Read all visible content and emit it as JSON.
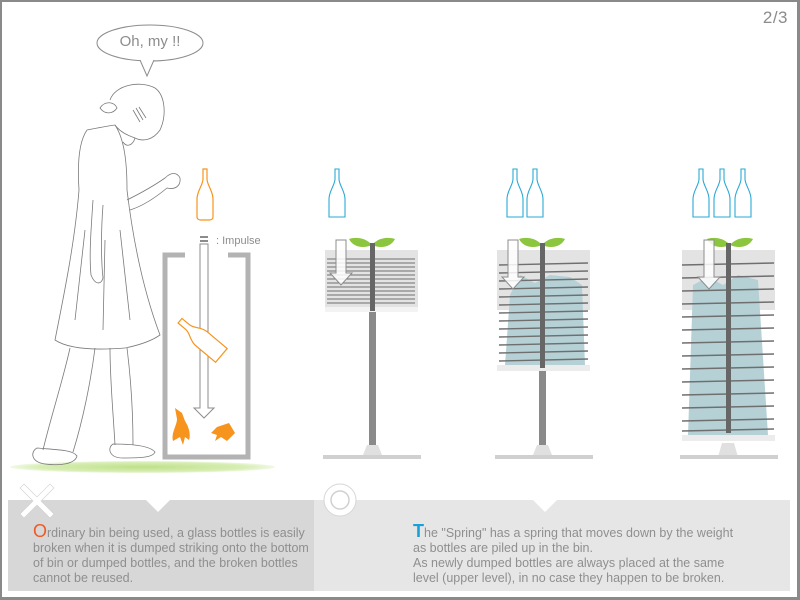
{
  "page": {
    "indicator": "2/3",
    "border_color": "#8a8a8a"
  },
  "speech_bubble": {
    "text": "Oh, my !!"
  },
  "left_diagram": {
    "impulse_label": ": Impulse",
    "bottle_color": "#f7941d",
    "bin_color": "#b3b3b3"
  },
  "spring_stages": [
    {
      "stage": 1,
      "bottles_dropping": 1
    },
    {
      "stage": 2,
      "bottles_dropping": 2
    },
    {
      "stage": 3,
      "bottles_dropping": 3
    }
  ],
  "colors": {
    "orange_accent": "#f05a22",
    "blue_accent": "#1aa0d8",
    "bottle_outline_blue": "#29a9d6",
    "leaf_green": "#8cc63f",
    "panel_left_bg": "#d7d7d7",
    "panel_right_bg": "#e6e6e6",
    "text_gray": "#8f8f8f"
  },
  "captions": {
    "bad": {
      "icon": "x-mark-icon",
      "first_letter": "O",
      "lines": [
        "rdinary bin being used, a glass bottles is easily",
        "broken when it is dumped striking onto the bottom",
        "of bin or dumped bottles, and the broken bottles",
        "cannot be reused."
      ]
    },
    "good": {
      "icon": "circle-mark-icon",
      "first_letter": "T",
      "lines": [
        "he \"Spring\" has a spring that moves down by the weight",
        "as bottles are piled up in the bin.",
        "As newly dumped bottles are always placed at the same",
        "level (upper level), in no case they happen to be broken."
      ]
    }
  }
}
